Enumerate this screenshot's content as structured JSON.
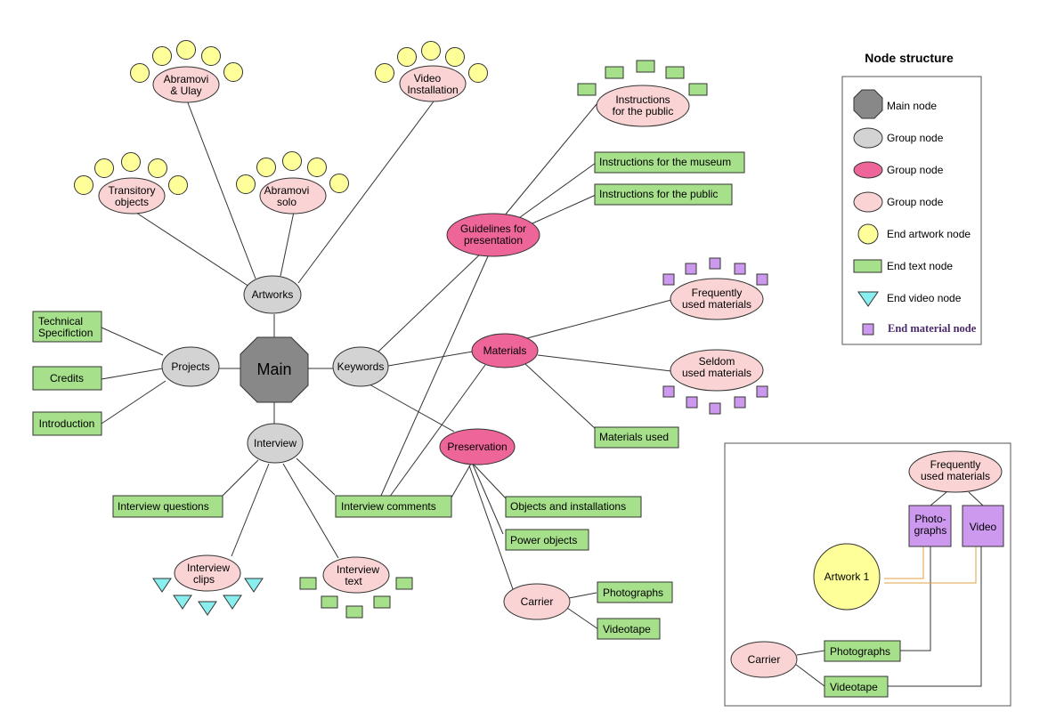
{
  "colors": {
    "main": "#888888",
    "gray_group": "#d3d3d3",
    "magenta_group": "#ee6699",
    "pink_group": "#fad4d4",
    "artwork": "#ffff99",
    "text_node": "#a6e08a",
    "video": "#88eeee",
    "material": "#cc99ee",
    "legend_purple_text": "#4a2a6a"
  },
  "nodes": {
    "main": "Main",
    "artworks": "Artworks",
    "projects": "Projects",
    "keywords": "Keywords",
    "interview": "Interview",
    "abramovi_ulay": [
      "Abramovi",
      "& Ulay"
    ],
    "video_installation": [
      "Video",
      "Installation"
    ],
    "transitory_objects": [
      "Transitory",
      "objects"
    ],
    "abramovi_solo": [
      "Abramovi",
      "solo"
    ],
    "technical_specification": [
      "Technical",
      "Specifiction"
    ],
    "credits": "Credits",
    "introduction": "Introduction",
    "guidelines": [
      "Guidelines for",
      "presentation"
    ],
    "instructions_public_group": [
      "Instructions",
      "for the public"
    ],
    "instructions_museum": "Instructions for the museum",
    "instructions_public": "Instructions for the public",
    "materials": "Materials",
    "frequently_used": [
      "Frequently",
      "used materials"
    ],
    "seldom_used": [
      "Seldom",
      "used materials"
    ],
    "materials_used": "Materials used",
    "preservation": "Preservation",
    "objects_installations": "Objects and installations",
    "power_objects": "Power objects",
    "carrier": "Carrier",
    "photographs": "Photographs",
    "videotape": "Videotape",
    "interview_questions": "Interview questions",
    "interview_comments": "Interview comments",
    "interview_clips": [
      "Interview",
      "clips"
    ],
    "interview_text": [
      "Interview",
      "text"
    ]
  },
  "legend": {
    "title": "Node structure",
    "items": [
      {
        "label": "Main node",
        "shape": "octagon"
      },
      {
        "label": "Group node",
        "shape": "ellipse-gray"
      },
      {
        "label": "Group node",
        "shape": "ellipse-magenta"
      },
      {
        "label": "Group node",
        "shape": "ellipse-pink"
      },
      {
        "label": "End artwork node",
        "shape": "circle-yellow"
      },
      {
        "label": "End text node",
        "shape": "rect-green"
      },
      {
        "label": "End video node",
        "shape": "triangle-cyan"
      },
      {
        "label": "End material node",
        "shape": "square-purple"
      }
    ]
  },
  "example": {
    "frequently_used": [
      "Frequently",
      "used materials"
    ],
    "photographs_box": [
      "Photo-",
      "graphs"
    ],
    "video_box": "Video",
    "artwork": "Artwork 1",
    "carrier": "Carrier",
    "photographs": "Photographs",
    "videotape": "Videotape"
  }
}
